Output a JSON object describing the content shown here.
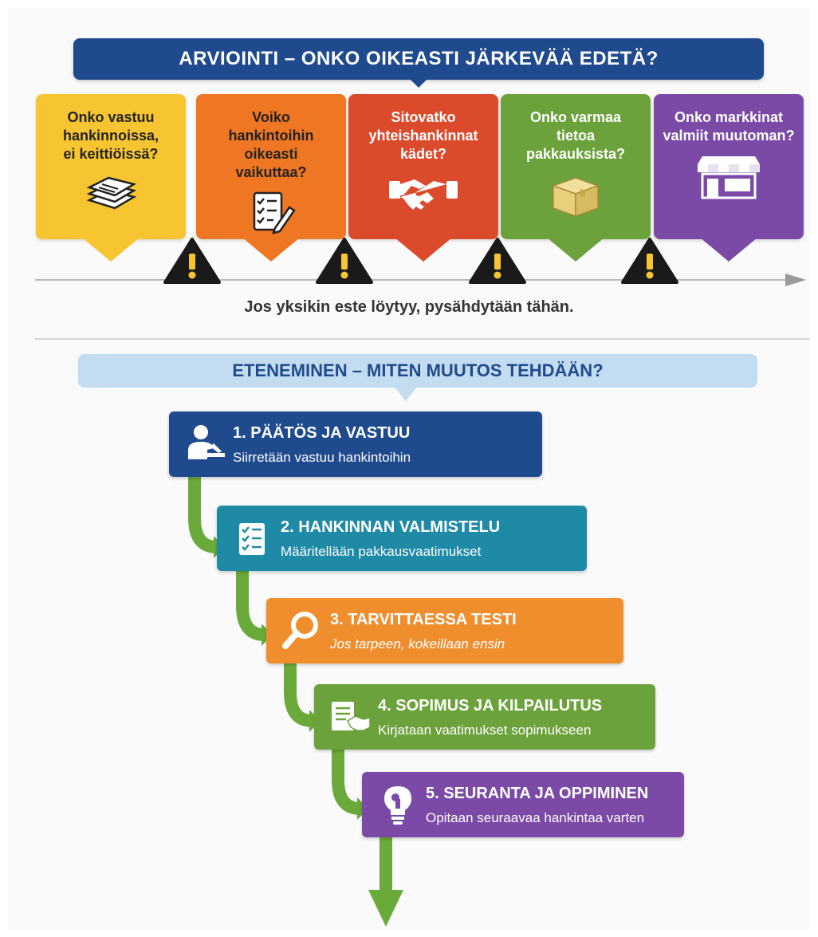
{
  "header": {
    "title": "ARVIOINTI – ONKO OIKEASTI JÄRKEVÄÄ EDETÄ?"
  },
  "questions": [
    {
      "text": "Onko vastuu hankinnoissa, ei keittiöissä?",
      "icon": "document-stack-icon",
      "color": "#f7c531"
    },
    {
      "text": "Voiko hankintoihin oikeasti vaikuttaa?",
      "icon": "checklist-pencil-icon",
      "color": "#ef7622"
    },
    {
      "text": "Sitovatko yhteishankinnat kädet?",
      "icon": "handshake-icon",
      "color": "#dc4a2c"
    },
    {
      "text": "Onko varmaa tietoa pakkauksista?",
      "icon": "package-box-icon",
      "color": "#6ba23b"
    },
    {
      "text": "Onko markkinat valmiit muutoman?",
      "icon": "storefront-icon",
      "color": "#7a4aa6"
    }
  ],
  "stop_message": "Jos yksikin este löytyy, pysähdytään tähän.",
  "section2": {
    "title": "ETENEMINEN – MITEN MUUTOS TEHDÄÄN?"
  },
  "steps": [
    {
      "title": "1. PÄÄTÖS JA VASTUU",
      "subtitle": "Siirretään vastuu hankintoihin",
      "icon": "person-desk-icon",
      "color": "#1f4b8e"
    },
    {
      "title": "2. HANKINNAN VALMISTELU",
      "subtitle": "Määritellään pakkausvaatimukset",
      "icon": "checklist-icon",
      "color": "#1f8aa6"
    },
    {
      "title": "3. TARVITTAESSA TESTI",
      "subtitle": "Jos tarpeen, kokeillaan ensin",
      "icon": "magnifier-icon",
      "color": "#f08e2e"
    },
    {
      "title": "4. SOPIMUS JA KILPAILUTUS",
      "subtitle": "Kirjataan vaatimukset sopimukseen",
      "icon": "contract-handshake-icon",
      "color": "#6ba23b"
    },
    {
      "title": "5. SEURANTA JA OPPIMINEN",
      "subtitle": "Opitaan seuraavaa hankintaa varten",
      "icon": "lightbulb-icon",
      "color": "#7a4aa6"
    }
  ]
}
